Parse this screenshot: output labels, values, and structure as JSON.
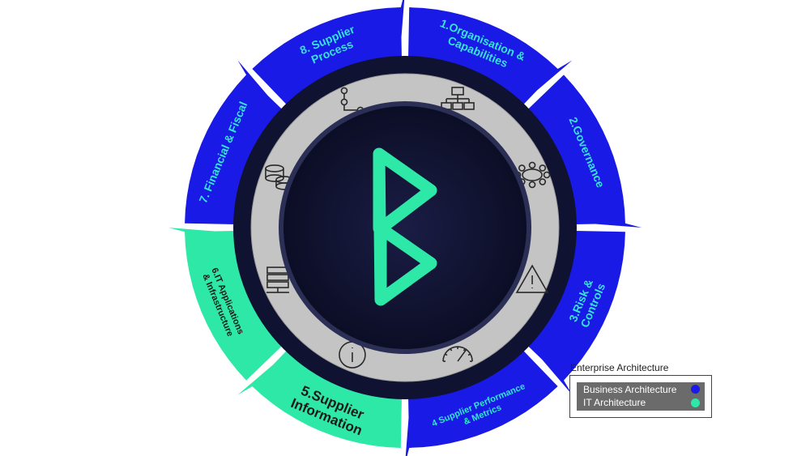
{
  "colors": {
    "business": "#1a1ae6",
    "it": "#2ee8a8",
    "ring": "#c4c4c4",
    "hub": "#0f1230",
    "logo": "#2ee8a8",
    "business_text": "#35e3d8",
    "it_text": "#1a1a1a"
  },
  "segments": [
    {
      "id": "seg-1",
      "label_lines": [
        "1.Organisation &",
        "Capabilities"
      ],
      "category": "business",
      "icon": "org-chart-icon"
    },
    {
      "id": "seg-2",
      "label_lines": [
        "2.Governance"
      ],
      "category": "business",
      "icon": "meeting-table-icon"
    },
    {
      "id": "seg-3",
      "label_lines": [
        "3.Risk &",
        "Controls"
      ],
      "category": "business",
      "icon": "warning-icon"
    },
    {
      "id": "seg-4",
      "label_lines": [
        "4 Supplier Performance",
        "& Metrics"
      ],
      "category": "business",
      "icon": "gauge-icon"
    },
    {
      "id": "seg-5",
      "label_lines": [
        "5.Supplier",
        "Information"
      ],
      "category": "it",
      "icon": "info-icon"
    },
    {
      "id": "seg-6",
      "label_lines": [
        "6.IT Applications",
        "& Infrastructure"
      ],
      "category": "it",
      "icon": "server-icon"
    },
    {
      "id": "seg-7",
      "label_lines": [
        "7. Financial & Fiscal"
      ],
      "category": "business",
      "icon": "coins-icon"
    },
    {
      "id": "seg-8",
      "label_lines": [
        "8. Supplier",
        "Process"
      ],
      "category": "business",
      "icon": "process-flow-icon"
    }
  ],
  "legend": {
    "title": "Enterprise Architecture",
    "items": [
      {
        "label": "Business Architecture",
        "color": "#1a1ae6"
      },
      {
        "label": "IT Architecture",
        "color": "#2ee8a8"
      }
    ]
  }
}
